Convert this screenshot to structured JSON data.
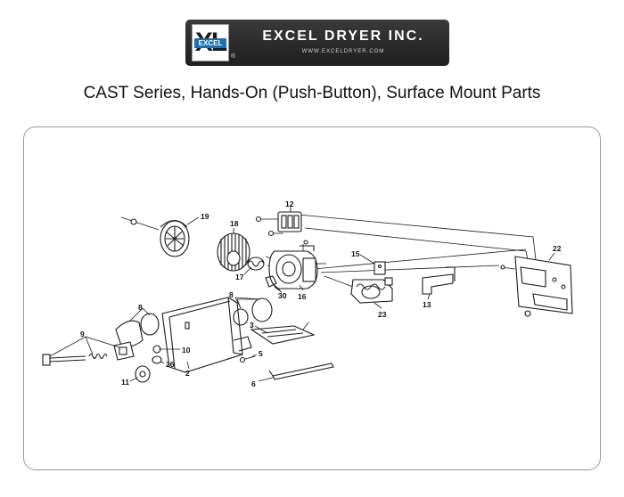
{
  "logo": {
    "badge_letters": "XL",
    "badge_word": "EXCEL",
    "registered_mark": "®",
    "company_name": "EXCEL DRYER INC.",
    "website": "WWW.EXCELDRYER.COM"
  },
  "page": {
    "title": "CAST Series, Hands-On (Push-Button), Surface Mount Parts"
  },
  "part_labels": {
    "p2": "2",
    "p3": "3",
    "p5": "5",
    "p6": "6",
    "p8a": "8",
    "p8b": "8",
    "p9": "9",
    "p10": "10",
    "p11": "11",
    "p12": "12",
    "p13": "13",
    "p15": "15",
    "p16": "16",
    "p17": "17",
    "p18": "18",
    "p19": "19",
    "p22": "22",
    "p23": "23",
    "p26": "26",
    "p30": "30"
  }
}
